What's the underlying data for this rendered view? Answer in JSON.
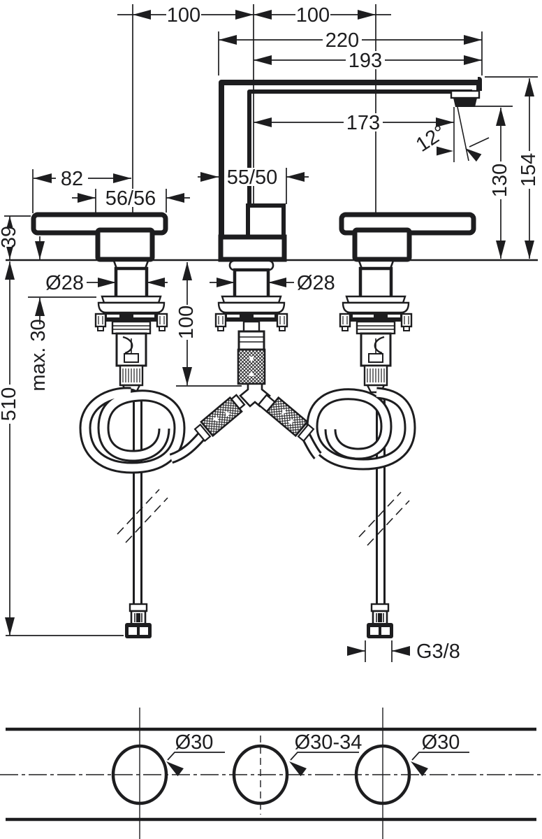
{
  "document": {
    "type": "technical-installation-drawing",
    "background": "#ffffff",
    "line_color": "#1d1d1f"
  },
  "front_view": {
    "dims": {
      "spacing_left": "100",
      "spacing_right": "100",
      "spout_overall": "220",
      "spout_projection": "193",
      "outlet_projection": "173",
      "spray_angle": "12°",
      "height_to_spout_top": "154",
      "height_to_outlet": "130",
      "handle_length": "82",
      "handle_span": "56/56",
      "spout_body": "55/50",
      "handle_height": "39",
      "shank_dia_left": "Ø28",
      "shank_dia_center": "Ø28",
      "clearance_below": "100",
      "deck_thickness": "max. 30",
      "hose_length": "510",
      "connection_thread": "G3/8"
    }
  },
  "plan_view": {
    "dims": {
      "hole_left": "Ø30",
      "hole_center": "Ø30-34",
      "hole_right": "Ø30"
    }
  }
}
